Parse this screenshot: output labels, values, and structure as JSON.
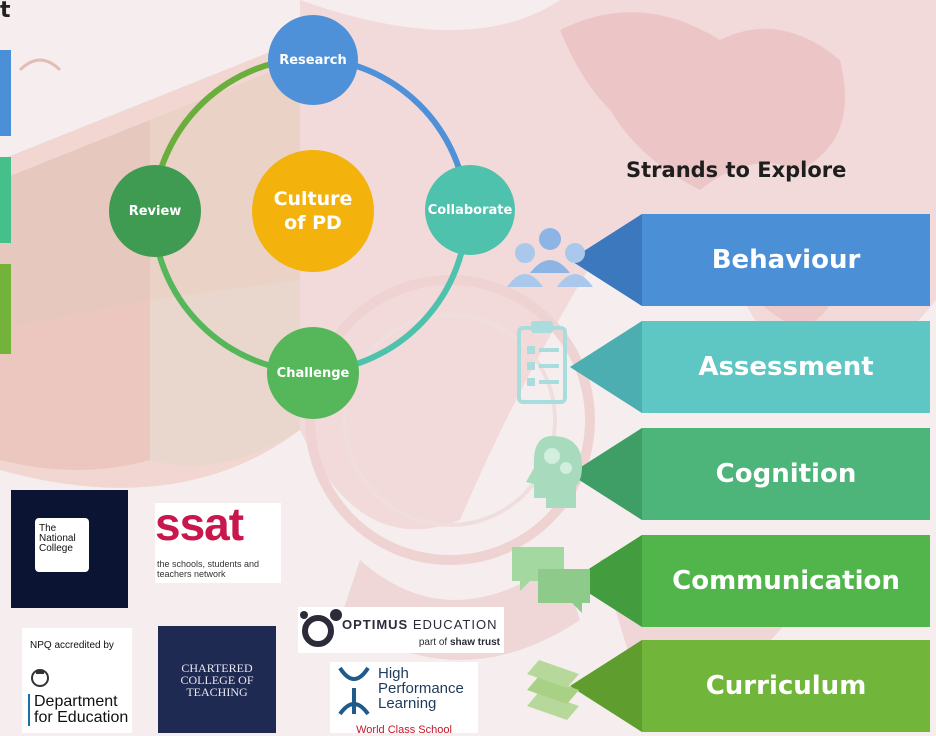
{
  "heading_fragment": "t",
  "cycle": {
    "center": "Culture of PD",
    "nodes": {
      "top": "Research",
      "right": "Collaborate",
      "bottom": "Challenge",
      "left": "Review"
    },
    "colors": {
      "research": "#4f91d9",
      "collaborate": "#4fc2ad",
      "challenge": "#55b75a",
      "review": "#3f9a52",
      "center": "#f4b20d"
    }
  },
  "strands": {
    "title": "Strands to Explore",
    "items": [
      {
        "label": "Behaviour",
        "icon": "people-icon",
        "color": "#4b8fd6"
      },
      {
        "label": "Assessment",
        "icon": "clipboard-checklist-icon",
        "color": "#5ec6c3"
      },
      {
        "label": "Cognition",
        "icon": "head-gears-icon",
        "color": "#4db57a"
      },
      {
        "label": "Communication",
        "icon": "speech-bubbles-icon",
        "color": "#52b54b"
      },
      {
        "label": "Curriculum",
        "icon": "books-icon",
        "color": "#72b53b"
      }
    ]
  },
  "logos": {
    "national_college": {
      "line1": "The",
      "line2": "National",
      "line3": "College"
    },
    "ssat": {
      "name": "ssat",
      "tagline1": "the schools, students and",
      "tagline2": "teachers network"
    },
    "optimus": {
      "name1": "OPTIMUS",
      "name2": "EDUCATION",
      "tagline": "part of",
      "tagline_bold": "shaw trust"
    },
    "npq": {
      "header": "NPQ accredited by",
      "line1": "Department",
      "line2": "for Education"
    },
    "chartered": {
      "line1": "CHARTERED",
      "line2": "COLLEGE OF",
      "line3": "TEACHING"
    },
    "hpl": {
      "line1": "High",
      "line2": "Performance",
      "line3": "Learning",
      "footer": "World Class School"
    }
  }
}
